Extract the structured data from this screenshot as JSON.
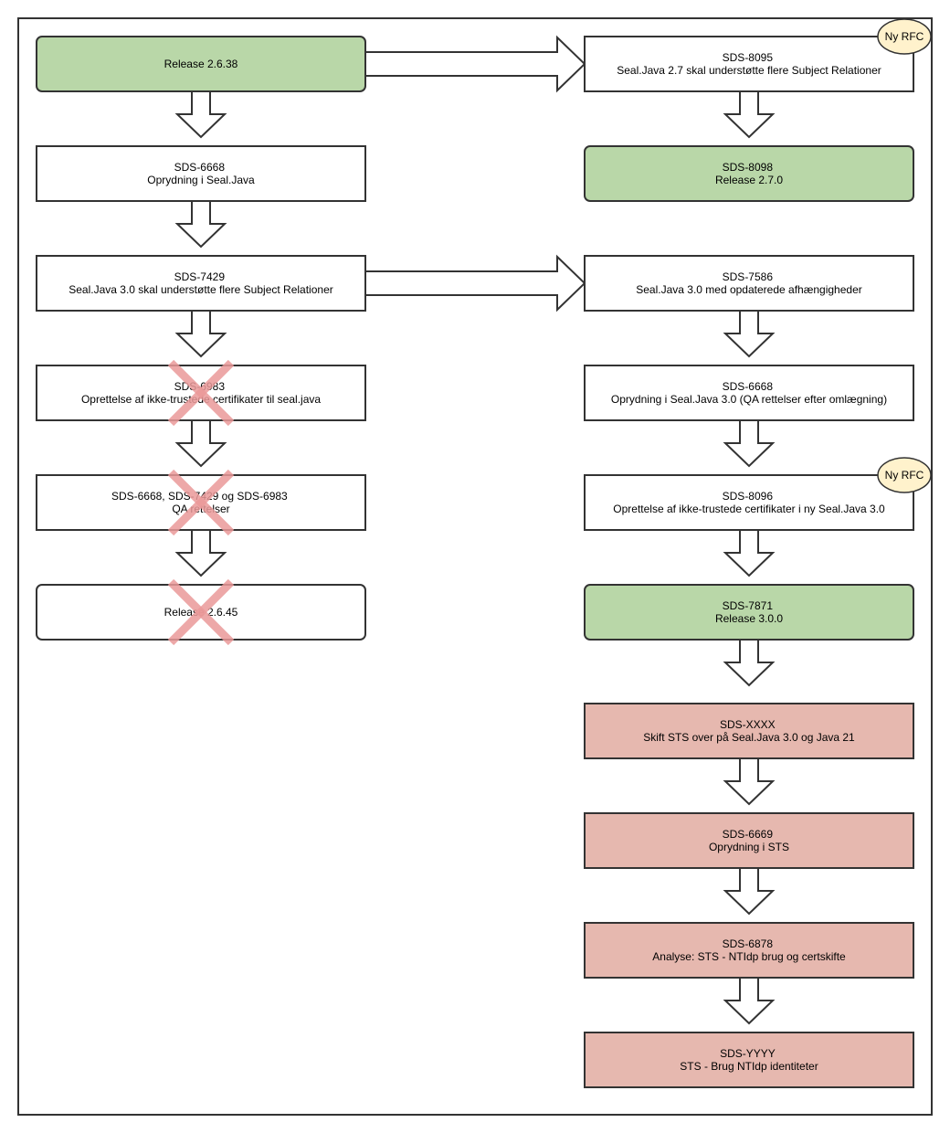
{
  "colors": {
    "green_fill": "#b9d7a8",
    "white_fill": "#ffffff",
    "red_fill": "#e6b8af",
    "rfc_fill": "#fff2cc",
    "cross": "#ea9999",
    "stroke": "#333333"
  },
  "boxes": {
    "left_1": {
      "lines": [
        "Release 2.6.38"
      ],
      "style": "green",
      "rounded": true
    },
    "left_2": {
      "lines": [
        "SDS-6668",
        "Oprydning i Seal.Java"
      ],
      "style": "white",
      "rounded": false
    },
    "left_3": {
      "lines": [
        "SDS-7429",
        "Seal.Java 3.0 skal understøtte flere Subject Relationer"
      ],
      "style": "white",
      "rounded": false
    },
    "left_4": {
      "lines": [
        "SDS-6983",
        "Oprettelse af ikke-trustede certifikater til seal.java"
      ],
      "style": "white",
      "rounded": false,
      "crossed": true
    },
    "left_5": {
      "lines": [
        "SDS-6668, SDS-7429 og SDS-6983",
        "QA rettelser"
      ],
      "style": "white",
      "rounded": false,
      "crossed": true
    },
    "left_6": {
      "lines": [
        "Release 2.6.45"
      ],
      "style": "white",
      "rounded": true,
      "crossed": true
    },
    "right_1": {
      "lines": [
        "SDS-8095",
        "Seal.Java 2.7 skal understøtte flere Subject Relationer"
      ],
      "style": "white",
      "rounded": false
    },
    "right_2": {
      "lines": [
        "SDS-8098",
        "Release 2.7.0"
      ],
      "style": "green",
      "rounded": true
    },
    "right_3": {
      "lines": [
        "SDS-7586",
        "Seal.Java 3.0 med opdaterede afhængigheder"
      ],
      "style": "white",
      "rounded": false
    },
    "right_4": {
      "lines": [
        "SDS-6668",
        "Oprydning i Seal.Java 3.0 (QA rettelser efter omlægning)"
      ],
      "style": "white",
      "rounded": false
    },
    "right_5": {
      "lines": [
        "SDS-8096",
        "Oprettelse af ikke-trustede certifikater i ny Seal.Java 3.0"
      ],
      "style": "white",
      "rounded": false
    },
    "right_6": {
      "lines": [
        "SDS-7871",
        "Release 3.0.0"
      ],
      "style": "green",
      "rounded": true
    },
    "right_7": {
      "lines": [
        "SDS-XXXX",
        "Skift STS over på Seal.Java 3.0 og Java 21"
      ],
      "style": "red",
      "rounded": false
    },
    "right_8": {
      "lines": [
        "SDS-6669",
        "Oprydning i STS"
      ],
      "style": "red",
      "rounded": false
    },
    "right_9": {
      "lines": [
        "SDS-6878",
        "Analyse: STS - NTIdp brug og certskifte"
      ],
      "style": "red",
      "rounded": false
    },
    "right_10": {
      "lines": [
        "SDS-YYYY",
        "STS - Brug NTIdp identiteter"
      ],
      "style": "red",
      "rounded": false
    }
  },
  "rfc_badges": {
    "badge_1": {
      "label": "Ny RFC",
      "attached_to": "right_1"
    },
    "badge_2": {
      "label": "Ny RFC",
      "attached_to": "right_5"
    }
  }
}
